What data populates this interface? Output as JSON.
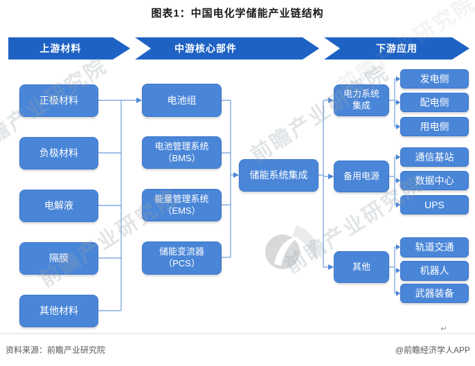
{
  "title": "图表1：中国电化学储能产业链结构",
  "banners": {
    "upstream": "上游材料",
    "midstream": "中游核心部件",
    "downstream": "下游应用"
  },
  "upstream": {
    "items": [
      "正极材料",
      "负极材料",
      "电解液",
      "隔膜",
      "其他材料"
    ]
  },
  "midstream": {
    "items": [
      "电池组",
      "电池管理系统\n（BMS）",
      "能量管理系统\n（EMS）",
      "储能变流器\n（PCS）"
    ],
    "integrator": "储能系统集成"
  },
  "downstream": {
    "branches": [
      {
        "label": "电力系统\n集成",
        "leaves": [
          "发电侧",
          "配电侧",
          "用电侧"
        ]
      },
      {
        "label": "备用电源",
        "leaves": [
          "通信基站",
          "数据中心",
          "UPS"
        ]
      },
      {
        "label": "其他",
        "leaves": [
          "轨道交通",
          "机器人",
          "武器装备"
        ]
      }
    ]
  },
  "footer": {
    "source": "资料来源：前瞻产业研究院",
    "brand": "@前瞻经济学人APP",
    "return_mark": "↵"
  },
  "watermark": {
    "text": "前瞻产业研究院"
  },
  "colors": {
    "banner_blue": "#1E62C4",
    "node_blue": "#4A86D8",
    "connector_blue": "#6C9BDB",
    "footer_gray": "#595959"
  }
}
